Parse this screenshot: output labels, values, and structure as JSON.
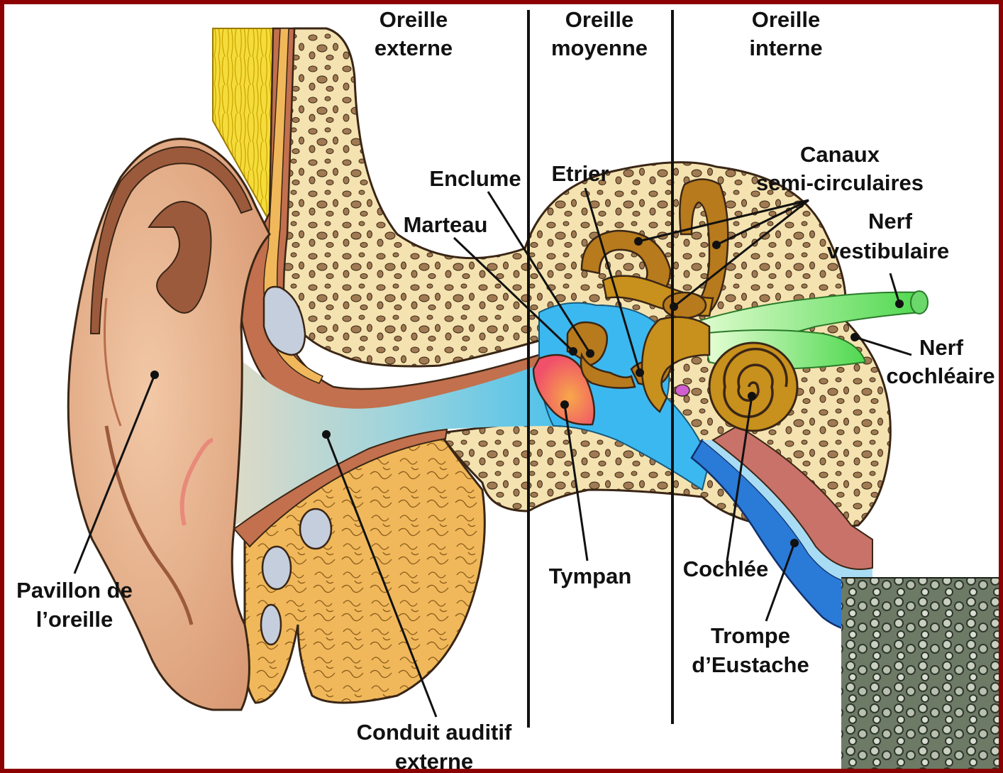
{
  "regions": {
    "outer": [
      "Oreille",
      "externe"
    ],
    "middle": [
      "Oreille",
      "moyenne"
    ],
    "inner": [
      "Oreille",
      "interne"
    ]
  },
  "labels": {
    "pavillon": [
      "Pavillon de",
      "l’oreille"
    ],
    "conduit": [
      "Conduit auditif",
      "externe"
    ],
    "marteau": "Marteau",
    "enclume": "Enclume",
    "etrier": "Etrier",
    "tympan": "Tympan",
    "canaux": [
      "Canaux",
      "semi-circulaires"
    ],
    "nerf_vestibulaire": [
      "Nerf",
      "vestibulaire"
    ],
    "nerf_cochleaire": [
      "Nerf",
      "cochléaire"
    ],
    "cochlee": "Cochlée",
    "trompe": [
      "Trompe",
      "d’Eustache"
    ]
  },
  "colors": {
    "frame": "#8b0000",
    "skin": "#e2a982",
    "skin_dark": "#9c5a3c",
    "bone": "#f4e3b0",
    "bone_speckle": "#a07a52",
    "fat": "#f0b85a",
    "canal": "#6ec6e0",
    "canal_light": "#d8eeea",
    "middle_ear": "#3cb8f0",
    "eardrum": "#f07060",
    "ossicle": "#b77a1c",
    "cochlea": "#c8901c",
    "nerve": "#7be07b",
    "eustachian": "#2a7ad8",
    "hair": "#f5dc3a",
    "cartilage": "#c5cedd"
  }
}
